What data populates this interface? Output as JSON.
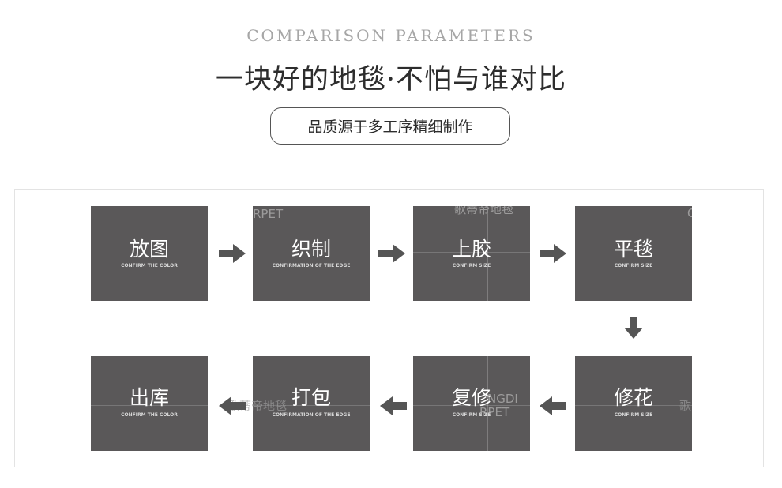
{
  "header": {
    "title_en": "COMPARISON PARAMETERS",
    "title_cn": "一块好的地毯·不怕与谁对比",
    "subtitle": "品质源于多工序精细制作"
  },
  "steps": [
    {
      "title": "放图",
      "sub": "CONFIRM THE COLOR"
    },
    {
      "title": "织制",
      "sub": "CONFIRMATION OF THE EDGE"
    },
    {
      "title": "上胶",
      "sub": "CONFIRM SIZE"
    },
    {
      "title": "平毯",
      "sub": "CONFIRM SIZE"
    },
    {
      "title": "修花",
      "sub": "CONFIRM SIZE"
    },
    {
      "title": "复修",
      "sub": "CONFIRM SIZE"
    },
    {
      "title": "打包",
      "sub": "CONFIRMATION OF THE EDGE"
    },
    {
      "title": "出库",
      "sub": "CONFIRM THE COLOR"
    }
  ],
  "watermarks": {
    "rpet": "RPET",
    "brand_cn_top": "歌蒂帝地毯",
    "c_letter": "C",
    "brand_cn_bottom": "歌蒂帝地毯",
    "ngdi": "NGDI",
    "rpet_bottom": "RPET",
    "brand_right": "歌"
  },
  "icons": {
    "arrow_color": "#555555",
    "box_color": "#5a5859"
  }
}
